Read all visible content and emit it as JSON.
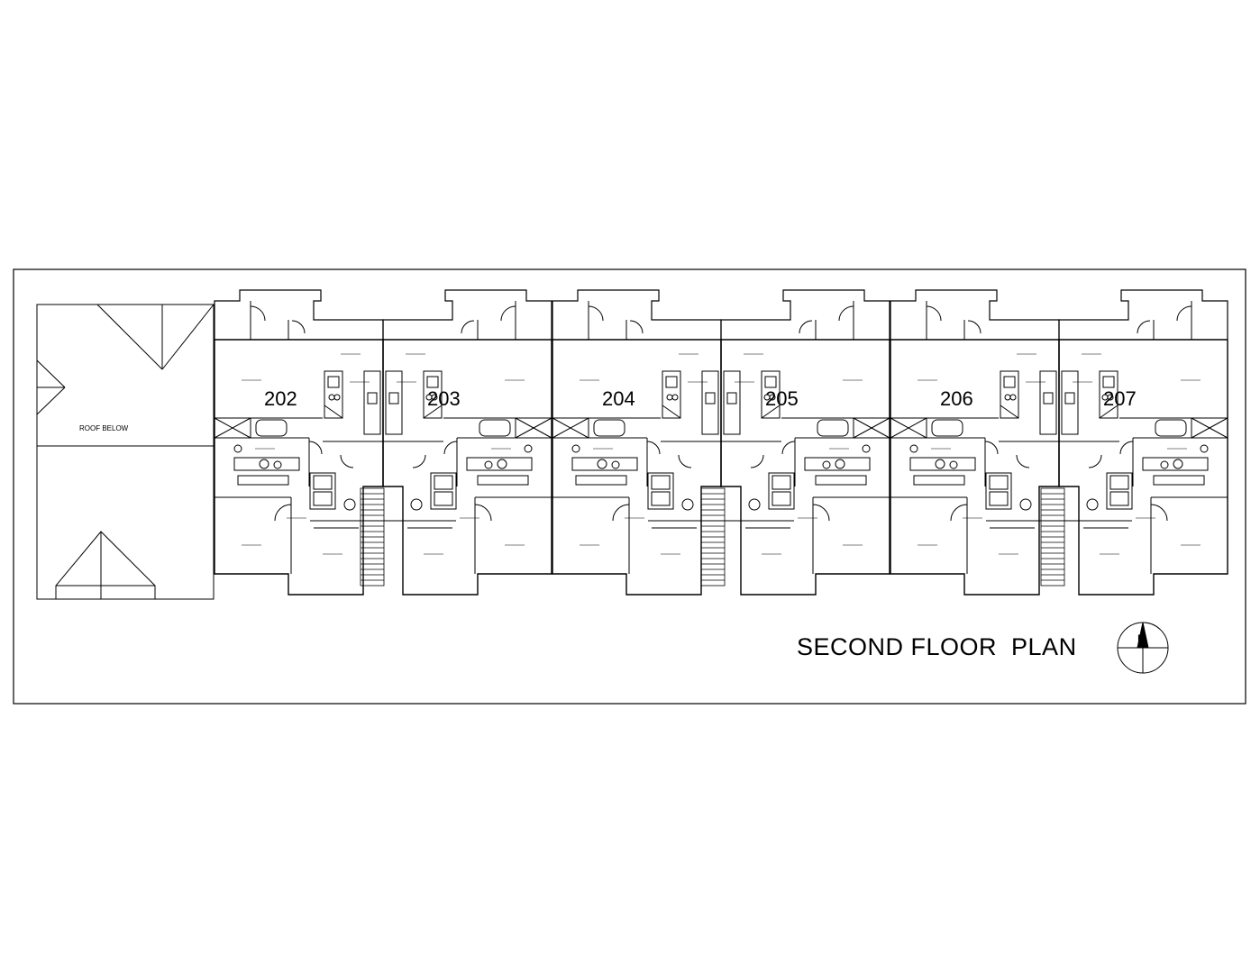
{
  "drawing": {
    "title": "SECOND FLOOR  PLAN",
    "roof_label": "ROOF BELOW",
    "north_label": "N"
  },
  "units": [
    {
      "number": "202",
      "mirrored": false
    },
    {
      "number": "203",
      "mirrored": true
    },
    {
      "number": "204",
      "mirrored": false
    },
    {
      "number": "205",
      "mirrored": true
    },
    {
      "number": "206",
      "mirrored": false
    },
    {
      "number": "207",
      "mirrored": true
    }
  ],
  "colors": {
    "line": "#000000",
    "background": "#ffffff"
  }
}
